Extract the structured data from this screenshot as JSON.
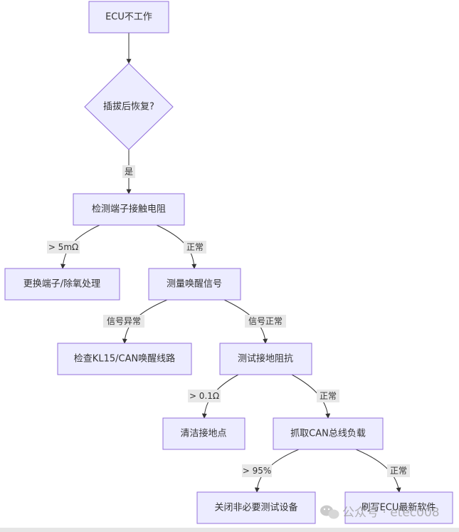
{
  "nodes": {
    "ecu_fail": "ECU不工作",
    "replug": "插拔后恢复?",
    "check_terminal": "检测端子接触电阻",
    "replace_terminal": "更换端子/除氧处理",
    "wake_signal": "测量唤醒信号",
    "check_kl15": "检查KL15/CAN唤醒线路",
    "ground_impedance": "测试接地阻抗",
    "clean_ground": "清洁接地点",
    "can_load": "抓取CAN总线负载",
    "close_devices": "关闭非必要测试设备",
    "flash_ecu": "刷写ECU最新软件"
  },
  "edges": {
    "yes": "是",
    "gt5mohm": "> 5mΩ",
    "normal1": "正常",
    "signal_abnormal": "信号异常",
    "signal_normal": "信号正常",
    "gt01ohm": "> 0.1Ω",
    "normal2": "正常",
    "gt95": "> 95%",
    "normal3": "正常"
  },
  "watermark": {
    "text": "公众号 · etec008",
    "icon": "wechat-icon"
  },
  "colors": {
    "node_fill": "#ECECFF",
    "node_stroke": "#9370DB",
    "edge": "#333333",
    "label_bg": "#e8e8e8"
  }
}
